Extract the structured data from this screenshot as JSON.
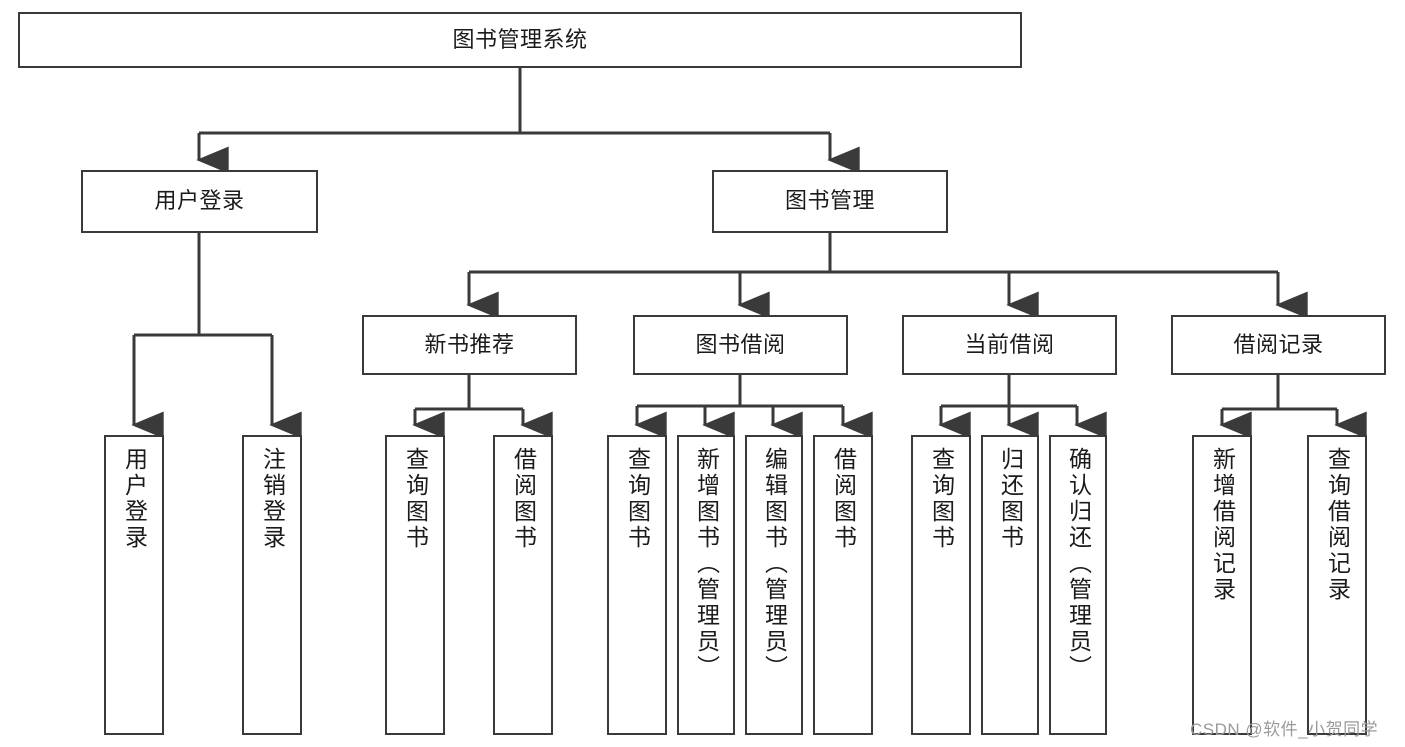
{
  "diagram": {
    "title_node": {
      "label": "图书管理系统"
    },
    "level2": [
      {
        "id": "user-login",
        "label": "用户登录"
      },
      {
        "id": "book-management",
        "label": "图书管理"
      }
    ],
    "level3": [
      {
        "id": "new-book-recommend",
        "label": "新书推荐"
      },
      {
        "id": "book-borrow",
        "label": "图书借阅"
      },
      {
        "id": "current-borrow",
        "label": "当前借阅"
      },
      {
        "id": "borrow-record",
        "label": "借阅记录"
      }
    ],
    "leaves": {
      "user_login": [
        {
          "id": "leaf-user-login",
          "label": "用户登录"
        },
        {
          "id": "leaf-logout-login",
          "label": "注销登录"
        }
      ],
      "new_book_recommend": [
        {
          "id": "leaf-query-book-1",
          "label": "查询图书"
        },
        {
          "id": "leaf-borrow-book-1",
          "label": "借阅图书"
        }
      ],
      "book_borrow": [
        {
          "id": "leaf-query-book-2",
          "label": "查询图书"
        },
        {
          "id": "leaf-add-book",
          "label": "新增图书（管理员）"
        },
        {
          "id": "leaf-edit-book",
          "label": "编辑图书（管理员）"
        },
        {
          "id": "leaf-borrow-book-2",
          "label": "借阅图书"
        }
      ],
      "current_borrow": [
        {
          "id": "leaf-query-book-3",
          "label": "查询图书"
        },
        {
          "id": "leaf-return-book",
          "label": "归还图书"
        },
        {
          "id": "leaf-confirm-return",
          "label": "确认归还（管理员）"
        }
      ],
      "borrow_record": [
        {
          "id": "leaf-add-record",
          "label": "新增借阅记录"
        },
        {
          "id": "leaf-query-record",
          "label": "查询借阅记录"
        }
      ]
    },
    "watermark": {
      "text": "CSDN @软件_小贺同学"
    },
    "colors": {
      "stroke": "#3a3a3a",
      "fill": "#ffffff",
      "text": "#1b1b1b",
      "watermark": "#9a9a9a"
    }
  }
}
